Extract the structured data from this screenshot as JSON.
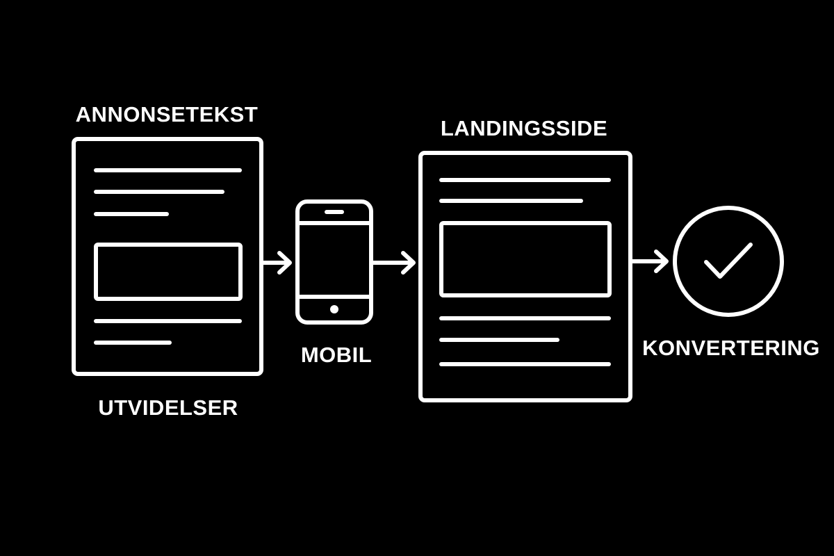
{
  "diagram": {
    "labels": {
      "annonsetekst": "ANNONSETEKST",
      "utvidelser": "UTVIDELSER",
      "mobil": "MOBIL",
      "landingsside": "LANDINGSSIDE",
      "konvertering": "KONVERTERING"
    },
    "icons": {
      "ad_document": "document-icon",
      "phone": "smartphone-icon",
      "landing_page": "webpage-icon",
      "conversion": "check-circle-icon"
    },
    "colors": {
      "background": "#000000",
      "stroke": "#ffffff"
    }
  }
}
